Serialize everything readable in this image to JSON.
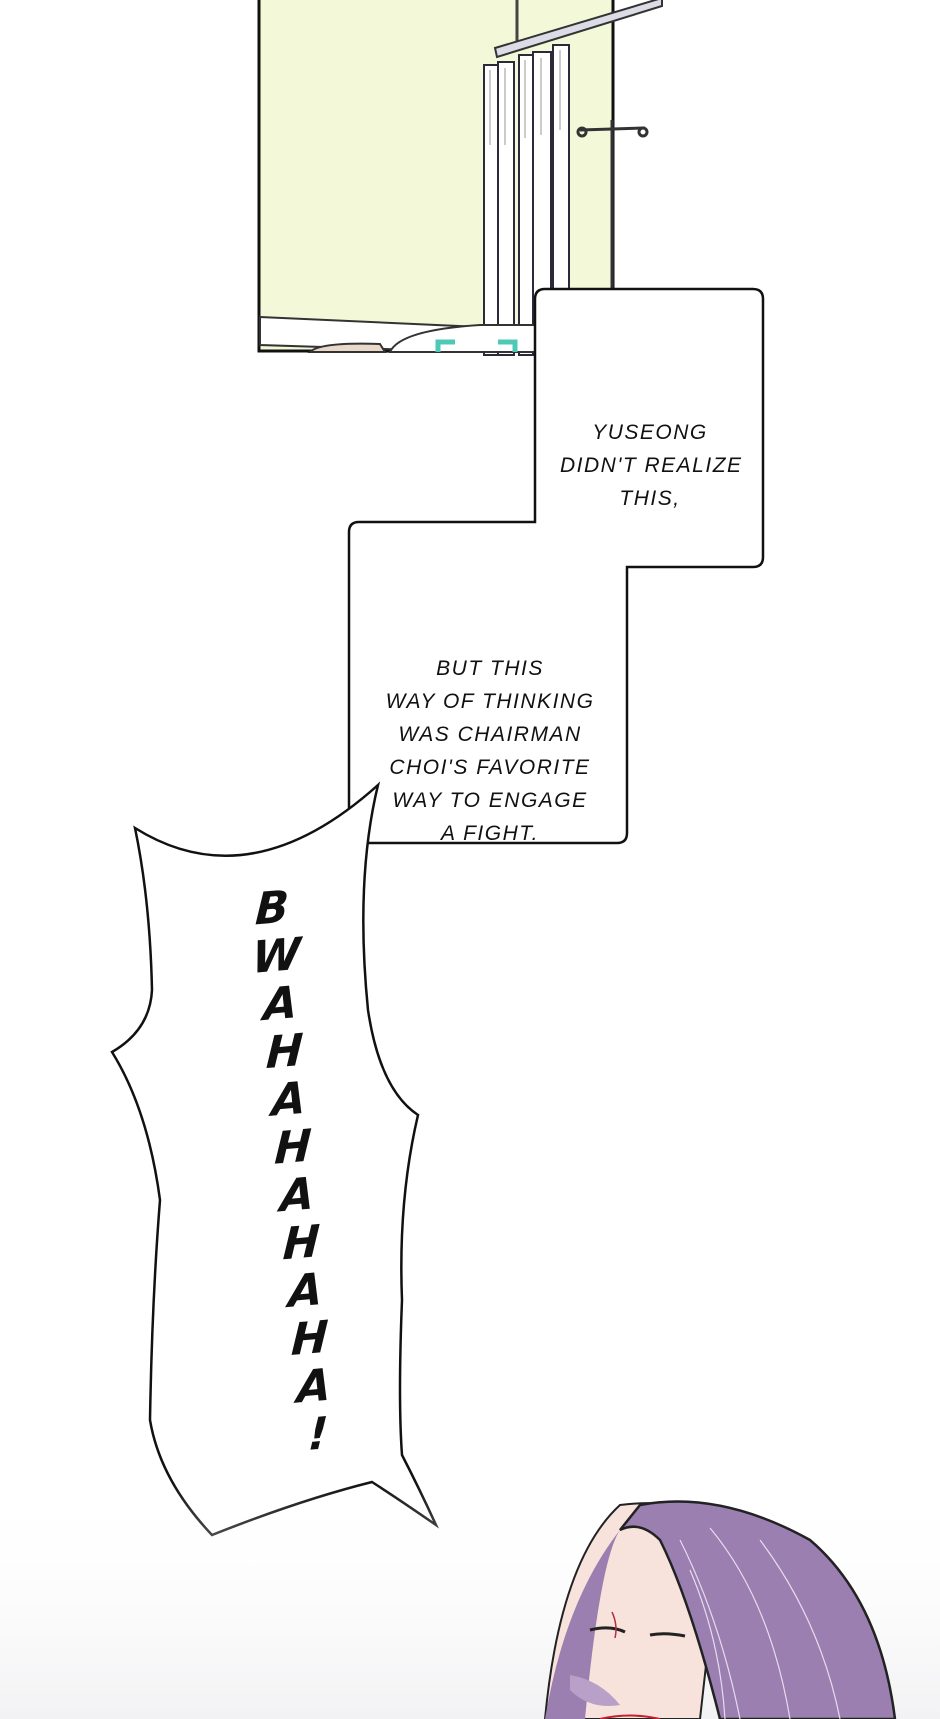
{
  "panels": {
    "top_panel": {
      "scene": "hospital-room",
      "background_color": "#f2f8d8"
    },
    "character_panel": {
      "hair_color": "#9a7fb0",
      "skin_color": "#f8e3dc"
    }
  },
  "captions": [
    {
      "lines": [
        "Yuseong",
        "didn't realize",
        "this,"
      ]
    },
    {
      "lines": [
        "But this",
        "way of thinking",
        "was Chairman",
        "Choi's favorite",
        "way to engage",
        "a fight."
      ]
    }
  ],
  "sfx": {
    "letters": [
      "B",
      "W",
      "A",
      "H",
      "A",
      "H",
      "A",
      "H",
      "A",
      "H",
      "A",
      "!"
    ]
  }
}
